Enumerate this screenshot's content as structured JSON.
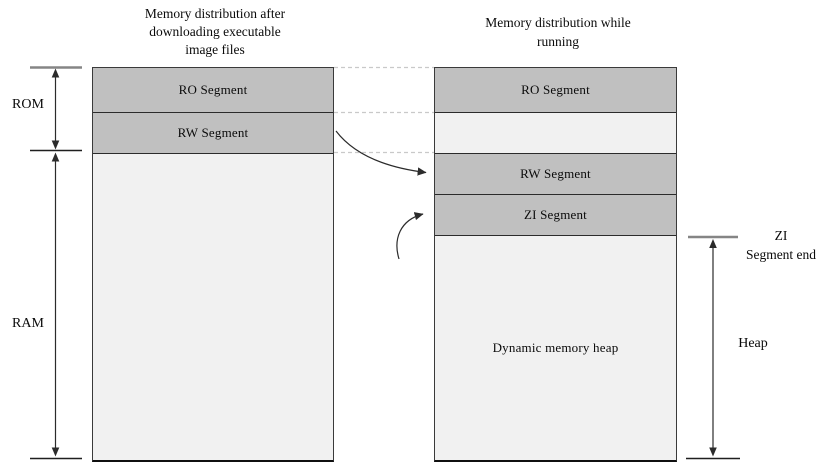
{
  "diagram": {
    "left_column": {
      "title_lines": [
        "Memory distribution after",
        "downloading executable",
        "image files"
      ],
      "segments": {
        "ro": "RO Segment",
        "rw": "RW Segment"
      }
    },
    "right_column": {
      "title_lines": [
        "Memory distribution while",
        "running"
      ],
      "segments": {
        "ro": "RO Segment",
        "rw": "RW Segment",
        "zi": "ZI Segment",
        "heap": "Dynamic memory heap"
      }
    },
    "side_labels": {
      "rom": "ROM",
      "ram": "RAM",
      "heap": "Heap",
      "zi_end_lines": [
        "ZI",
        "Segment end"
      ]
    },
    "colors": {
      "segment_fill": "#c0c0c0",
      "light_fill": "#f1f1f1",
      "line": "#2b2b2b",
      "dashed_connector": "#c9c9c9",
      "gray_tick": "#858585"
    }
  }
}
